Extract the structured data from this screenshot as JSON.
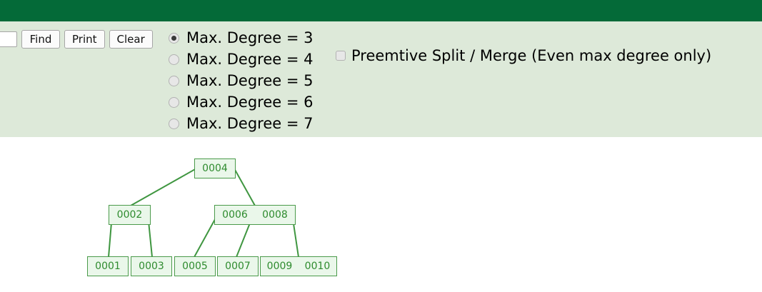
{
  "header": {
    "bar_color": "#046a38"
  },
  "panel": {
    "background": "#dde9d9"
  },
  "toolbar": {
    "search_value": "",
    "search_placeholder": "",
    "find_label": "Find",
    "print_label": "Print",
    "clear_label": "Clear"
  },
  "degree_options": [
    {
      "label": "Max. Degree = 3",
      "selected": true
    },
    {
      "label": "Max. Degree = 4",
      "selected": false
    },
    {
      "label": "Max. Degree = 5",
      "selected": false
    },
    {
      "label": "Max. Degree = 6",
      "selected": false
    },
    {
      "label": "Max. Degree = 7",
      "selected": false
    }
  ],
  "preemptive": {
    "label": "Preemtive Split / Merge (Even max degree only)",
    "checked": false
  },
  "tree": {
    "node_fill": "#eaf7ea",
    "node_border": "#4a9a4a",
    "text_color": "#2e8b2e",
    "edge_color": "#3f9640",
    "root": {
      "keys": [
        "0004"
      ]
    },
    "internal": [
      {
        "keys": [
          "0002"
        ]
      },
      {
        "keys": [
          "0006",
          "0008"
        ]
      }
    ],
    "leaves": [
      {
        "keys": [
          "0001"
        ]
      },
      {
        "keys": [
          "0003"
        ]
      },
      {
        "keys": [
          "0005"
        ]
      },
      {
        "keys": [
          "0007"
        ]
      },
      {
        "keys": [
          "0009",
          "0010"
        ]
      }
    ]
  }
}
